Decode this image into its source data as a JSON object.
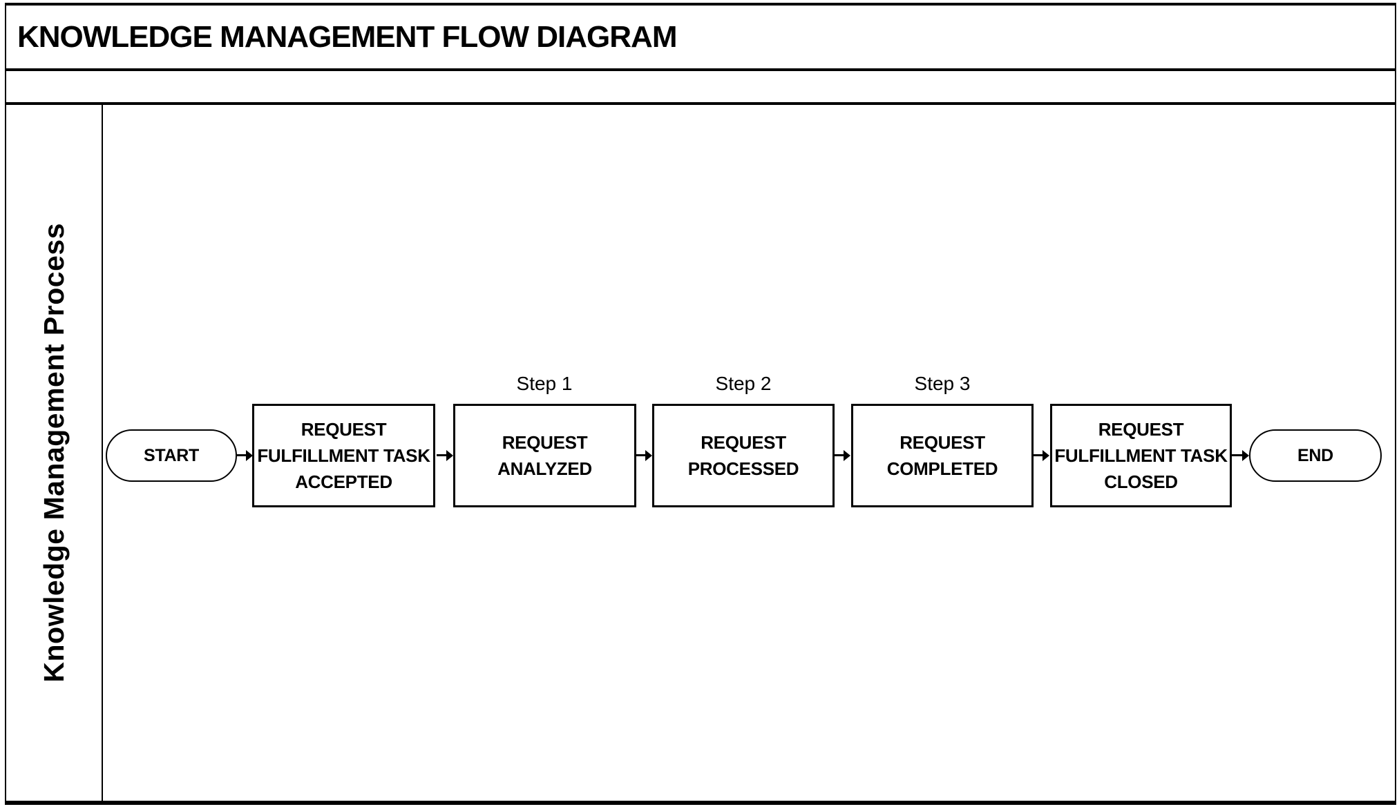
{
  "title": "KNOWLEDGE MANAGEMENT FLOW DIAGRAM",
  "lane": {
    "label": "Knowledge Management Process"
  },
  "flow": {
    "start_label": "START",
    "end_label": "END",
    "boxes": [
      {
        "lines": [
          "REQUEST",
          "FULFILLMENT TASK",
          "ACCEPTED"
        ]
      },
      {
        "step": "Step 1",
        "lines": [
          "REQUEST",
          "ANALYZED"
        ]
      },
      {
        "step": "Step 2",
        "lines": [
          "REQUEST",
          "PROCESSED"
        ]
      },
      {
        "step": "Step 3",
        "lines": [
          "REQUEST",
          "COMPLETED"
        ]
      },
      {
        "lines": [
          "REQUEST",
          "FULFILLMENT TASK",
          "CLOSED"
        ]
      }
    ]
  },
  "colors": {
    "ink": "#000000",
    "paper": "#ffffff"
  }
}
